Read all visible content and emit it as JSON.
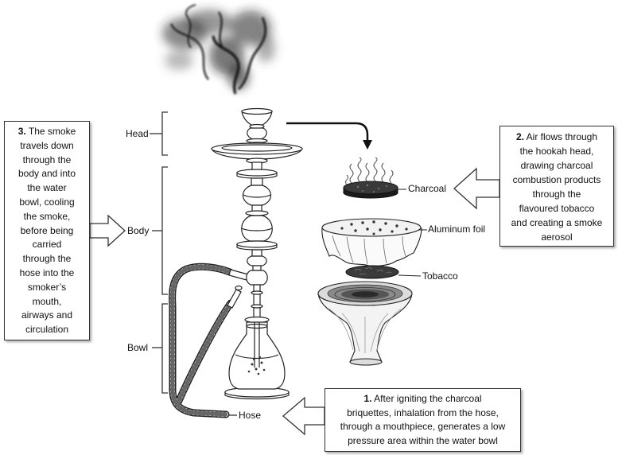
{
  "labels": {
    "head": "Head",
    "body": "Body",
    "bowl": "Bowl",
    "hose": "Hose",
    "charcoal": "Charcoal",
    "aluminum_foil": "Aluminum foil",
    "tobacco": "Tobacco"
  },
  "boxes": {
    "step1": {
      "number": "1.",
      "lines": [
        "After igniting the charcoal",
        "briquettes, inhalation from the hose,",
        "through a mouthpiece, generates a low",
        "pressure area within the water bowl"
      ]
    },
    "step2": {
      "number": "2.",
      "lines": [
        "Air flows through",
        "the hookah head,",
        "drawing charcoal",
        "combustion products",
        "through the",
        "flavoured tobacco",
        "and creating a smoke",
        "aerosol"
      ]
    },
    "step3": {
      "number": "3.",
      "lines": [
        "The smoke",
        "travels down",
        "through the",
        "body and into",
        "the water",
        "bowl, cooling",
        "the smoke,",
        "before being",
        "carried",
        "through the",
        "hose into the",
        "smoker’s",
        "mouth,",
        "airways and",
        "circulation"
      ]
    }
  },
  "colors": {
    "ink": "#222222",
    "paper": "#ffffff"
  }
}
